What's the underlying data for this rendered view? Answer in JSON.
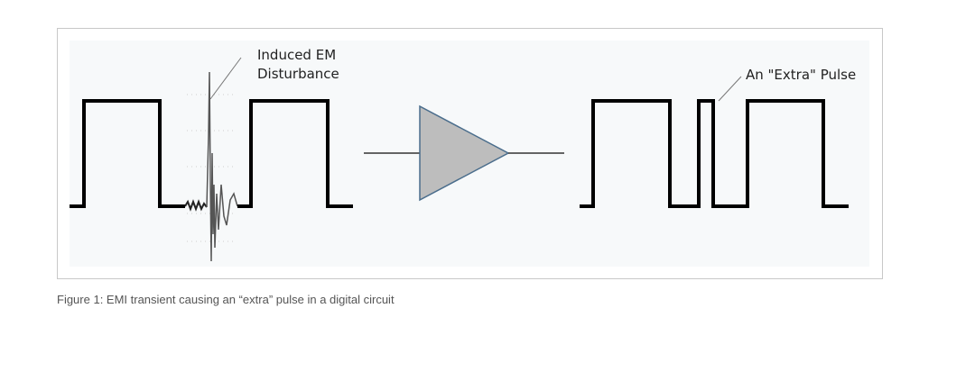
{
  "labels": {
    "disturbance_line1": "Induced EM",
    "disturbance_line2": "Disturbance",
    "extra_pulse": "An \"Extra\" Pulse"
  },
  "caption": "Figure 1: EMI transient causing an “extra” pulse in a digital circuit",
  "colors": {
    "amplifier_fill": "#bdbdbd",
    "signal": "#000000",
    "panel_bg": "#f7f9fa"
  }
}
